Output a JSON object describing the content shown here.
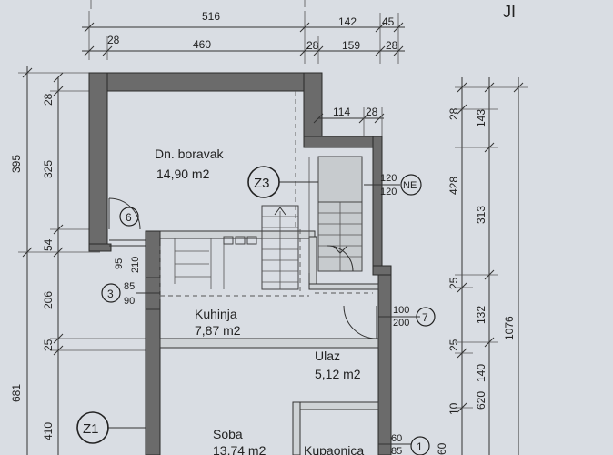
{
  "corner_label": "JI",
  "top_dims": {
    "row1": [
      "516",
      "142",
      "45"
    ],
    "row2": [
      "28",
      "460",
      "28",
      "159",
      "28"
    ],
    "stair_dims": [
      "114",
      "28"
    ]
  },
  "left_dims": {
    "outer": [
      "395",
      "681"
    ],
    "inner": [
      "28",
      "325",
      "54",
      "206",
      "25",
      "410"
    ]
  },
  "right_dims": {
    "col1": [
      "28",
      "428",
      "25",
      "25",
      "10"
    ],
    "col2": [
      "143",
      "313",
      "132",
      "140",
      "620"
    ],
    "col3": [
      "1076"
    ],
    "bottom_partial": "60"
  },
  "rooms": [
    {
      "name": "Dn. boravak",
      "area": "14,90 m2"
    },
    {
      "name": "Kuhinja",
      "area": "7,87 m2"
    },
    {
      "name": "Ulaz",
      "area": "5,12 m2"
    },
    {
      "name": "Soba",
      "area": "13,74 m2"
    },
    {
      "name": "Kupaonica",
      "area": ""
    }
  ],
  "tags": {
    "z3": "Z3",
    "z1": "Z1",
    "ne": "NE",
    "door6": "6",
    "win3": "3",
    "door7": "7",
    "door1": "1"
  },
  "openings": {
    "d6": [
      "95",
      "210"
    ],
    "w3": [
      "85",
      "90"
    ],
    "ne": [
      "120",
      "120"
    ],
    "d7": [
      "100",
      "200"
    ],
    "d1": [
      "60",
      "85"
    ]
  }
}
